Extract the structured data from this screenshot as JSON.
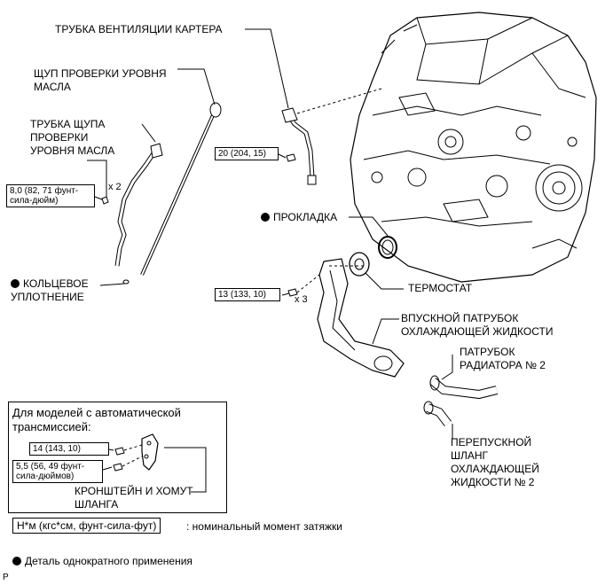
{
  "labels": {
    "crankcase_vent_tube": "ТРУБКА ВЕНТИЛЯЦИИ КАРТЕРА",
    "dipstick": "ЩУП ПРОВЕРКИ УРОВНЯ\nМАСЛА",
    "dipstick_tube": "ТРУБКА ЩУПА\nПРОВЕРКИ\nУРОВНЯ МАСЛА",
    "gasket": "ПРОКЛАДКА",
    "o_ring": "КОЛЬЦЕВОЕ\nУПЛОТНЕНИЕ",
    "thermostat": "ТЕРМОСТАТ",
    "water_inlet": "ВПУСКНОЙ ПАТРУБОК\nОХЛАЖДАЮЩЕЙ ЖИДКОСТИ",
    "radiator_hose": "ПАТРУБОК\nРАДИАТОРА № 2",
    "bypass_hose": "ПЕРЕПУСКНОЙ\nШЛАНГ\nОХЛАЖДАЮЩЕЙ\nЖИДКОСТИ № 2",
    "bracket": "КРОНШТЕЙН И ХОМУТ\nШЛАНГА"
  },
  "torques": {
    "vent_tube": "20 (204, 15)",
    "dipstick_tube": "8,0 (82, 71 фунт-\nсила-дюйм)",
    "water_inlet": "13 (133, 10)",
    "bracket_a": "14 (143, 10)",
    "bracket_b": "5,5 (56, 49 фунт-\nсила-дюймов)"
  },
  "multipliers": {
    "dipstick_tube": "x 2",
    "water_inlet": "x 3"
  },
  "inset": {
    "title": "Для моделей с автоматической\nтрансмиссией:"
  },
  "legend": {
    "unit_box": "Н*м (кгс*см, фунт-сила-фут)",
    "unit_text": ": номинальный момент затяжки",
    "single_use": "Деталь однократного применения"
  },
  "corner_mark": "P"
}
